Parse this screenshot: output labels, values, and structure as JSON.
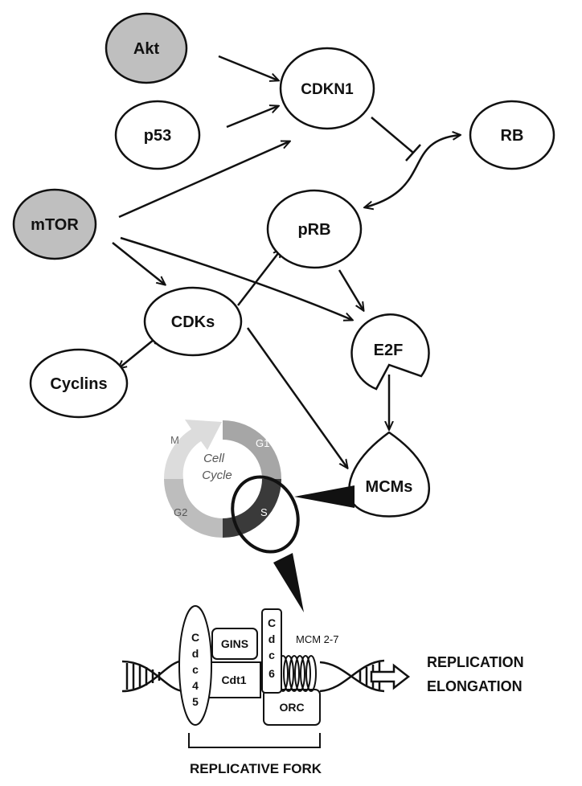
{
  "nodes": {
    "akt": "Akt",
    "p53": "p53",
    "mtor": "mTOR",
    "cdkn1": "CDKN1",
    "rb": "RB",
    "prb": "pRB",
    "cdks": "CDKs",
    "cyclins": "Cyclins",
    "e2f": "E2F",
    "mcms": "MCMs"
  },
  "cell_cycle": {
    "title_line1": "Cell",
    "title_line2": "Cycle",
    "phases": {
      "g1": "G1",
      "s": "S",
      "g2": "G2",
      "m": "M"
    }
  },
  "fork": {
    "cdc45_letters": [
      "C",
      "d",
      "c",
      "4",
      "5"
    ],
    "cdc6_letters": [
      "C",
      "d",
      "c",
      "6"
    ],
    "gins": "GINS",
    "cdt1": "Cdt1",
    "orc": "ORC",
    "mcm27": "MCM 2-7",
    "replication_line1": "REPLICATION",
    "replication_line2": "ELONGATION",
    "replicative_fork": "REPLICATIVE FORK"
  },
  "colors": {
    "shaded_node": "#bfbfbf",
    "cycle_g1": "#a6a6a6",
    "cycle_s": "#3a3a3a",
    "cycle_g2": "#bdbdbd",
    "cycle_m": "#dcdcdc"
  }
}
